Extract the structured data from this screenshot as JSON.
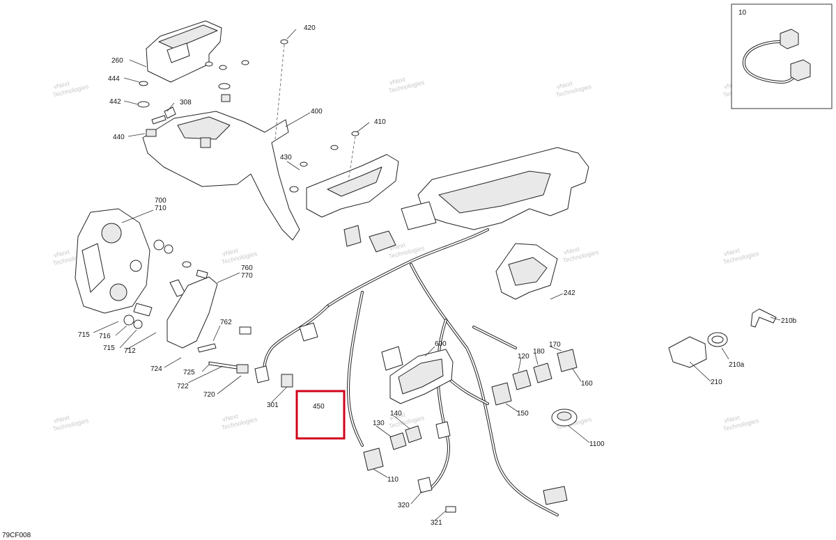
{
  "figure_code": "79CF008",
  "inset_label": "10",
  "watermark_text": [
    "vNext",
    "Technologies"
  ],
  "highlight_color": "#d0021b",
  "highlight_label": "450",
  "callouts": [
    "420",
    "260",
    "444",
    "442",
    "308",
    "440",
    "400",
    "410",
    "430",
    "700",
    "710",
    "760",
    "770",
    "715",
    "716",
    "715",
    "712",
    "762",
    "724",
    "725",
    "722",
    "720",
    "301",
    "450",
    "600",
    "242",
    "210b",
    "210a",
    "210",
    "120",
    "180",
    "170",
    "160",
    "150",
    "130",
    "140",
    "110",
    "1100",
    "320",
    "321"
  ]
}
